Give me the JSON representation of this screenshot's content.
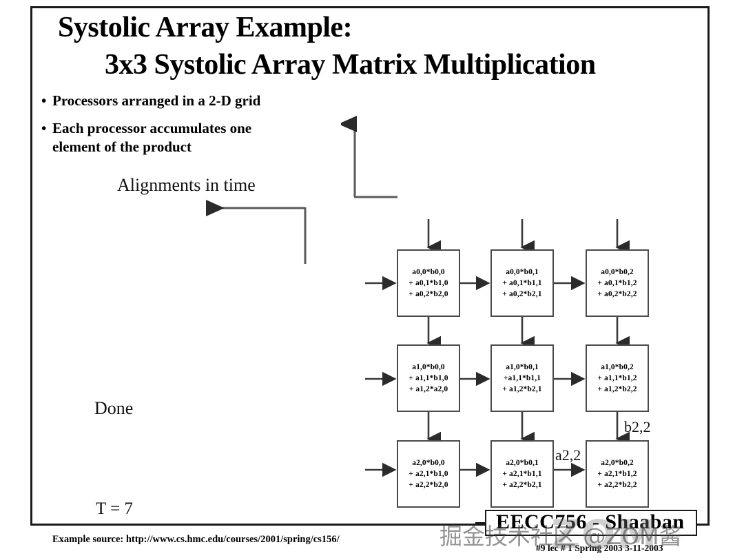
{
  "slide": {
    "title_line1": "Systolic Array  Example:",
    "title_line2": "3x3 Systolic Array Matrix Multiplication",
    "bullets": [
      {
        "marker": "•",
        "text": "Processors arranged in a 2-D grid"
      },
      {
        "marker": "•",
        "text": "Each processor accumulates one element of the product"
      }
    ],
    "labels": {
      "alignments": "Alignments in time",
      "done": "Done",
      "time_step": "T = 7",
      "a22": "a2,2",
      "b22": "b2,2"
    },
    "source_note": "Example source:  http://www.cs.hmc.edu/courses/2001/spring/cs156/",
    "badge_text": "EECC756 - Shaaban",
    "footer_meta": "#9   lec # 1    Spring 2003   3-11-2003",
    "watermark": "掘金技术社区 @ZOM酱",
    "watermark_ghost": "ZOM"
  },
  "colors": {
    "frame": "#1a1a1a",
    "cell_border": "#4a4a4a",
    "arrow": "#3a3a3a",
    "text": "#000000",
    "badge_shadow": "#9a9a9a"
  },
  "chart_data": {
    "type": "diagram",
    "title": "3x3 Systolic Array Matrix Multiplication",
    "rows": 3,
    "cols": 3,
    "cells": [
      [
        {
          "lines": [
            "a0,0*b0,0",
            "+ a0,1*b1,0",
            "+ a0,2*b2,0"
          ]
        },
        {
          "lines": [
            "a0,0*b0,1",
            "+ a0,1*b1,1",
            "+ a0,2*b2,1"
          ]
        },
        {
          "lines": [
            "a0,0*b0,2",
            "+ a0,1*b1,2",
            "+ a0,2*b2,2"
          ]
        }
      ],
      [
        {
          "lines": [
            "a1,0*b0,0",
            "+ a1,1*b1,0",
            "+ a1,2*a2,0"
          ]
        },
        {
          "lines": [
            "a1,0*b0,1",
            "+a1,1*b1,1",
            "+ a1,2*b2,1"
          ]
        },
        {
          "lines": [
            "a1,0*b0,2",
            "+ a1,1*b1,2",
            "+ a1,2*b2,2"
          ]
        }
      ],
      [
        {
          "lines": [
            "a2,0*b0,0",
            "+ a2,1*b1,0",
            "+ a2,2*b2,0"
          ]
        },
        {
          "lines": [
            "a2,0*b0,1",
            "+ a2,1*b1,1",
            "+ a2,2*b2,1"
          ]
        },
        {
          "lines": [
            "a2,0*b0,2",
            "+ a2,1*b1,2",
            "+ a2,2*b2,2"
          ]
        }
      ]
    ],
    "edge_labels": [
      {
        "name": "a2,2",
        "on": "row3-col2-to-col3-horizontal"
      },
      {
        "name": "b2,2",
        "on": "col3-row2-to-row3-vertical"
      }
    ],
    "annotations": [
      "Alignments in time",
      "Done",
      "T = 7"
    ]
  }
}
